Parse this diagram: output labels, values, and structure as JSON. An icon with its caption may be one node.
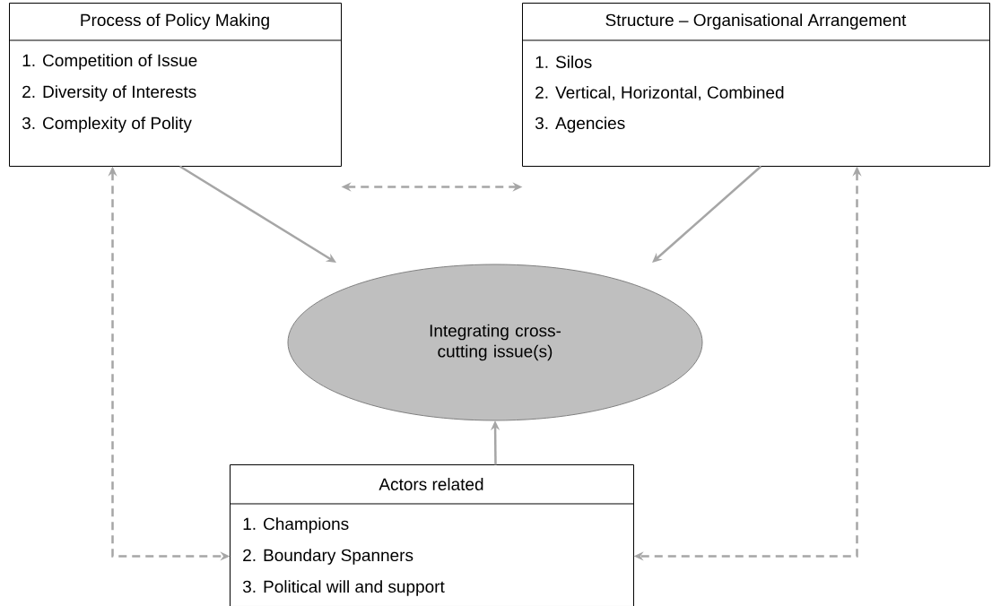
{
  "diagram": {
    "nodes": [
      {
        "text": [
          "Process of Policy Making",
          "1. Competition of Issue",
          "2. Diversity of Interests",
          "3. Complexity of Polity"
        ]
      },
      {
        "text": [
          "Structure – Organisational Arrangement",
          "1. Silos",
          "2. Vertical, Horizontal, Combined",
          "3. Agencies"
        ]
      },
      {
        "text": [
          "Integrating cross-cutting issue(s)"
        ]
      },
      {
        "text": [
          "Actors related",
          "1. Champions",
          "2. Boundary Spanners",
          "3. Political will and support"
        ]
      }
    ],
    "edges": [
      {
        "from": 0,
        "to": 2,
        "arrow": "to"
      },
      {
        "from": 1,
        "to": 2,
        "arrow": "to"
      },
      {
        "from": 3,
        "to": 2,
        "arrow": "to"
      },
      {
        "from": 0,
        "to": 1,
        "arrow": "both",
        "style": "dashed"
      },
      {
        "from": 0,
        "to": 3,
        "arrow": "both",
        "style": "dashed"
      },
      {
        "from": 1,
        "to": 3,
        "arrow": "both",
        "style": "dashed"
      }
    ]
  }
}
